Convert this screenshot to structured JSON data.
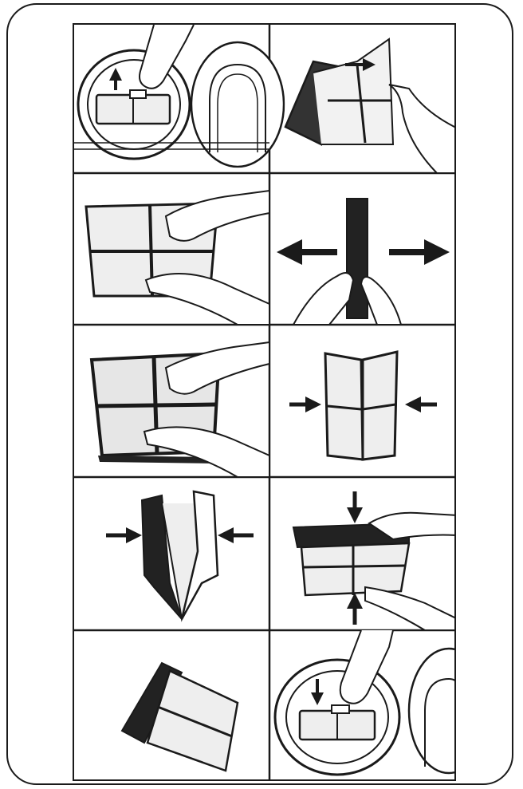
{
  "figure": {
    "layout": "instruction-step-grid",
    "columns": 2,
    "rows": 5,
    "steps": [
      {
        "icon": "remove-lint-filter-from-drum-icon"
      },
      {
        "icon": "unfold-filter-housing-icon"
      },
      {
        "icon": "open-filter-frame-icon"
      },
      {
        "icon": "pull-filter-halves-apart-icon"
      },
      {
        "icon": "wipe-lint-from-mesh-icon"
      },
      {
        "icon": "press-filter-halves-together-icon"
      },
      {
        "icon": "fold-filter-inward-icon"
      },
      {
        "icon": "squeeze-filter-closed-icon"
      },
      {
        "icon": "folded-filter-icon"
      },
      {
        "icon": "reinsert-lint-filter-icon"
      }
    ]
  },
  "colors": {
    "line": "#1a1a1a",
    "mesh": "#eeeeee",
    "skin": "#ffffff",
    "frame": "#222222"
  }
}
